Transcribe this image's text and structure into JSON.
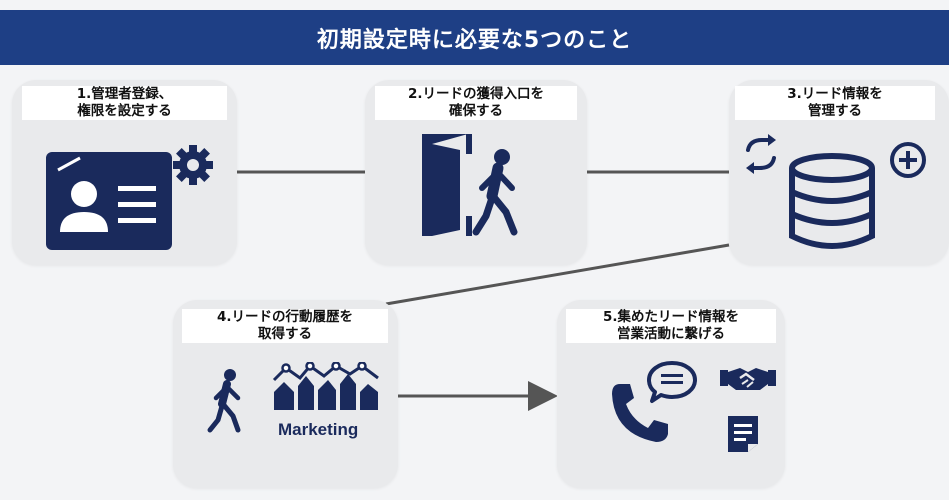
{
  "title": "初期設定時に必要な5つのこと",
  "steps": [
    {
      "line1": "1.管理者登録、",
      "line2": "権限を設定する"
    },
    {
      "line1": "2.リードの獲得入口を",
      "line2": "確保する"
    },
    {
      "line1": "3.リード情報を",
      "line2": "管理する"
    },
    {
      "line1": "4.リードの行動履歴を",
      "line2": "取得する"
    },
    {
      "line1": "5.集めたリード情報を",
      "line2": "営業活動に繋げる"
    }
  ],
  "marketing_label": "Marketing",
  "colors": {
    "banner": "#1e3f85",
    "icon": "#1a2a5c",
    "connector": "#555555",
    "card": "#e9eaec"
  },
  "icons": [
    "id-card-icon",
    "gear-icon",
    "door-exit-icon",
    "walking-person-icon",
    "sync-arrows-icon",
    "database-icon",
    "plus-circle-icon",
    "walking-person-icon",
    "marketing-chart-icon",
    "phone-icon",
    "speech-bubble-icon",
    "handshake-icon",
    "document-icon"
  ]
}
